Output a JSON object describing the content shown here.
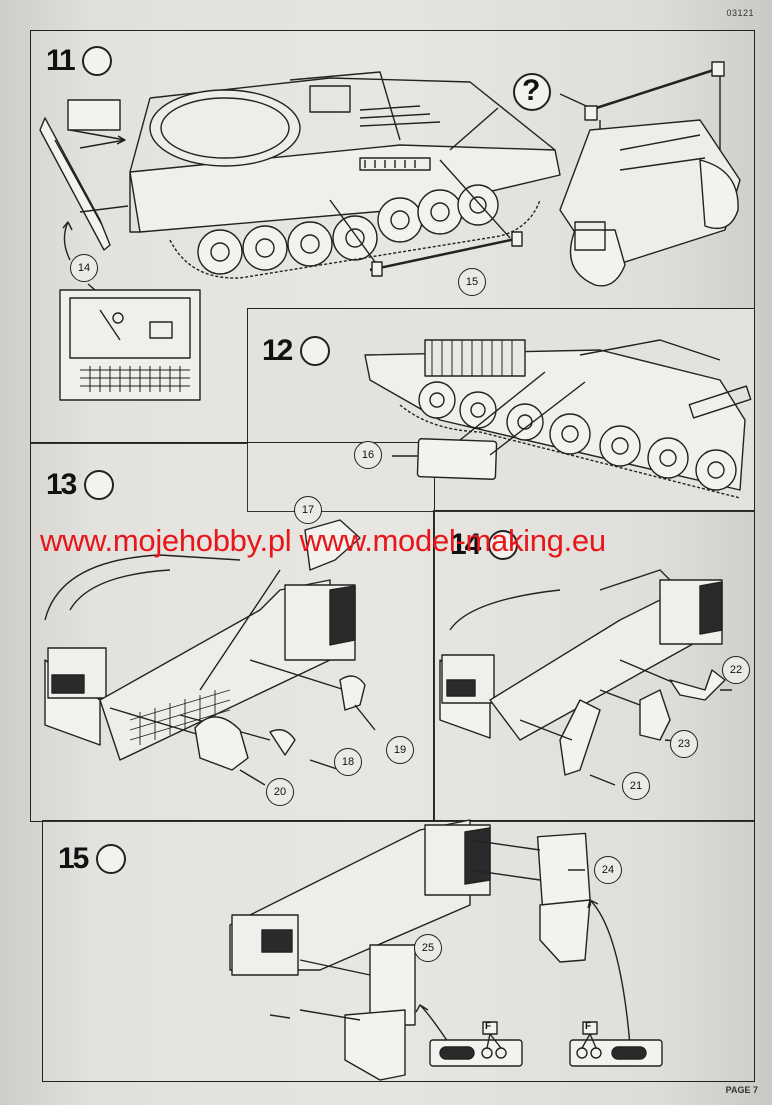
{
  "header": {
    "code": "03121"
  },
  "footer": {
    "page": "PAGE 7"
  },
  "watermark": {
    "text": "www.mojehobby.pl www.model-making.eu"
  },
  "steps": [
    {
      "number": "11",
      "parts": [
        "14",
        "15"
      ],
      "question_mark": "?"
    },
    {
      "number": "12",
      "parts": [
        "16"
      ]
    },
    {
      "number": "13",
      "parts": [
        "17",
        "18",
        "19",
        "20"
      ]
    },
    {
      "number": "14",
      "parts": [
        "21",
        "22",
        "23"
      ]
    },
    {
      "number": "15",
      "parts": [
        "24",
        "25"
      ],
      "option_label": "F"
    }
  ]
}
